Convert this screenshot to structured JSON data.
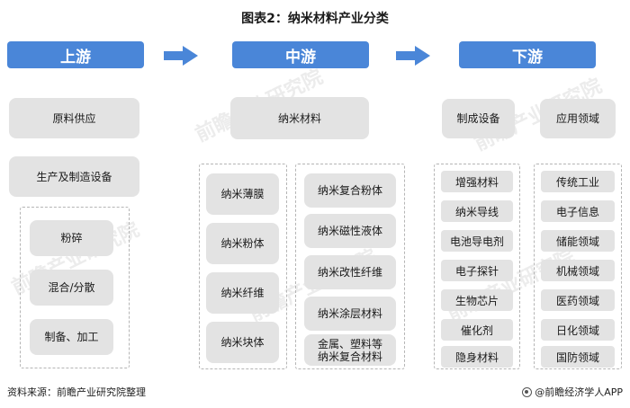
{
  "title": "图表2：纳米材料产业分类",
  "stages": {
    "upstream": "上游",
    "midstream": "中游",
    "downstream": "下游"
  },
  "upstream": {
    "raw_supply": "原料供应",
    "equipment": "生产及制造设备",
    "processes": [
      "粉碎",
      "混合/分散",
      "制备、加工"
    ]
  },
  "midstream": {
    "header": "纳米材料",
    "left_items": [
      "纳米薄膜",
      "纳米粉体",
      "纳米纤维",
      "纳米块体"
    ],
    "right_items": [
      "纳米复合粉体",
      "纳米磁性液体",
      "纳米改性纤维",
      "纳米涂层材料",
      "金属、塑料等\n纳米复合材料"
    ]
  },
  "downstream": {
    "manufacturing_header": "制成设备",
    "manufacturing_items": [
      "增强材料",
      "纳米导线",
      "电池导电剂",
      "电子探针",
      "生物芯片",
      "催化剂",
      "隐身材料"
    ],
    "application_header": "应用领域",
    "application_items": [
      "传统工业",
      "电子信息",
      "储能领域",
      "机械领域",
      "医药领域",
      "日化领域",
      "国防领域"
    ]
  },
  "watermark": "前瞻产业研究院",
  "footer": {
    "source": "资料来源：前瞻产业研究院整理",
    "brand": "@前瞻经济学人APP"
  },
  "colors": {
    "stage_blue": "#4a86d8",
    "box_gray": "#e3e3e3",
    "dashed_border": "#b5b5b5"
  }
}
